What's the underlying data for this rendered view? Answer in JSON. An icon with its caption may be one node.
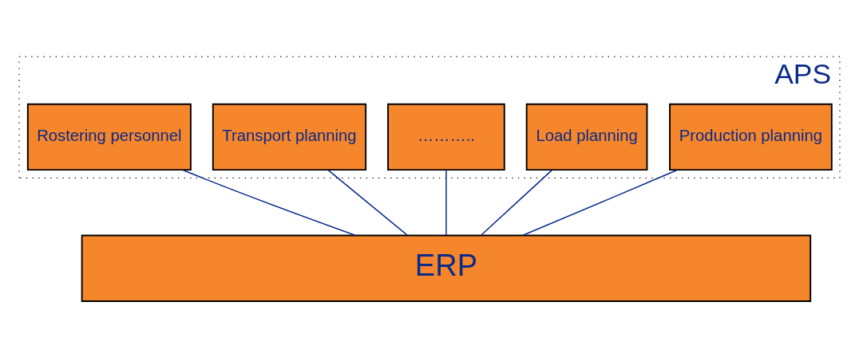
{
  "diagram": {
    "nodes": [
      {
        "text": [
          "APS"
        ]
      },
      {
        "text": [
          "Production planning"
        ],
        "in": 0
      },
      {
        "text": [
          "Load planning"
        ],
        "in": 0
      },
      {
        "text": [
          "……….."
        ],
        "in": 0
      },
      {
        "text": [
          "Transport planning"
        ],
        "in": 0
      },
      {
        "text": [
          "Rostering personnel"
        ],
        "in": 0
      },
      {
        "text": [
          "ERP"
        ]
      }
    ],
    "edges": [
      {
        "from": 1,
        "to": 6,
        "arrow": "none"
      },
      {
        "from": 2,
        "to": 6,
        "arrow": "none"
      },
      {
        "from": 3,
        "to": 6,
        "arrow": "none"
      },
      {
        "from": 4,
        "to": 6,
        "arrow": "none"
      },
      {
        "from": 5,
        "to": 6,
        "arrow": "none"
      }
    ]
  }
}
